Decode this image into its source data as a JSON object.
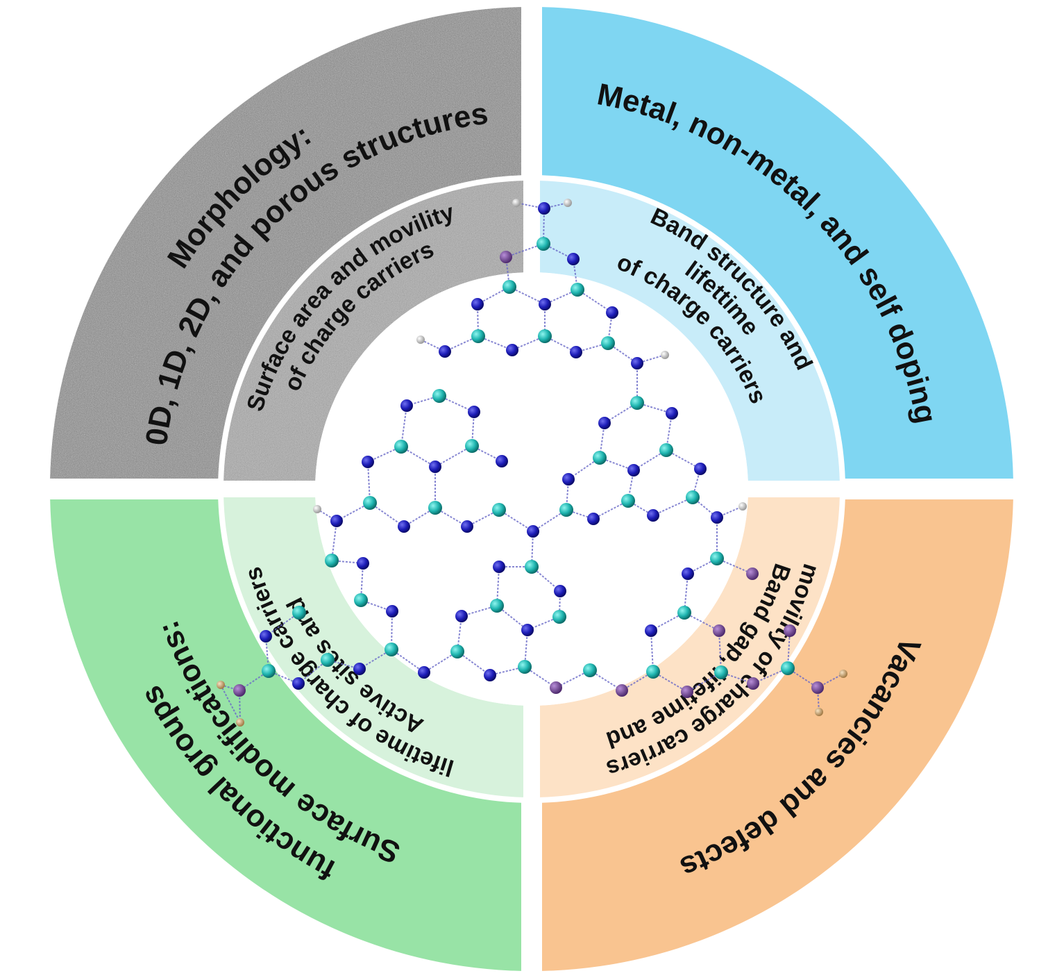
{
  "quadrants": [
    {
      "key": "top-left",
      "outer_lines": [
        "Morphology:",
        "0D, 1D, 2D, and porous structures"
      ],
      "inner_lines": [
        "Surface area and movility",
        "of charge carriers"
      ],
      "outer_color": "#8e8e8e",
      "inner_color": "#a9a9a9",
      "texture": "speckled-gray"
    },
    {
      "key": "top-right",
      "outer_lines": [
        "Metal, non-metal, and self doping"
      ],
      "inner_lines": [
        "Band structure and",
        "lifettime",
        "of charge carriers"
      ],
      "outer_color": "#7fd6f2",
      "inner_color": "#c8ecf9"
    },
    {
      "key": "bottom-left",
      "outer_lines": [
        "Surface modifications:",
        "functional groups"
      ],
      "inner_lines": [
        "Active sites and",
        "lifetime of charge carriers"
      ],
      "outer_color": "#98e3a6",
      "inner_color": "#d7f2dc"
    },
    {
      "key": "bottom-right",
      "outer_lines": [
        "Vacancies and defects"
      ],
      "inner_lines": [
        "Band gap, lifetime and",
        "movility of charge carriers"
      ],
      "outer_color": "#f9c490",
      "inner_color": "#fde2c6"
    }
  ],
  "center": {
    "molecule": "heptazine-network-ball-and-stick",
    "atom_colors": {
      "nitrogen": "#1d1db8",
      "carbon": "#1fb5b0",
      "hydrogen": "#c8c8c8",
      "dopant": "#6b3f8f",
      "surface-group": "#d8b27a"
    }
  }
}
